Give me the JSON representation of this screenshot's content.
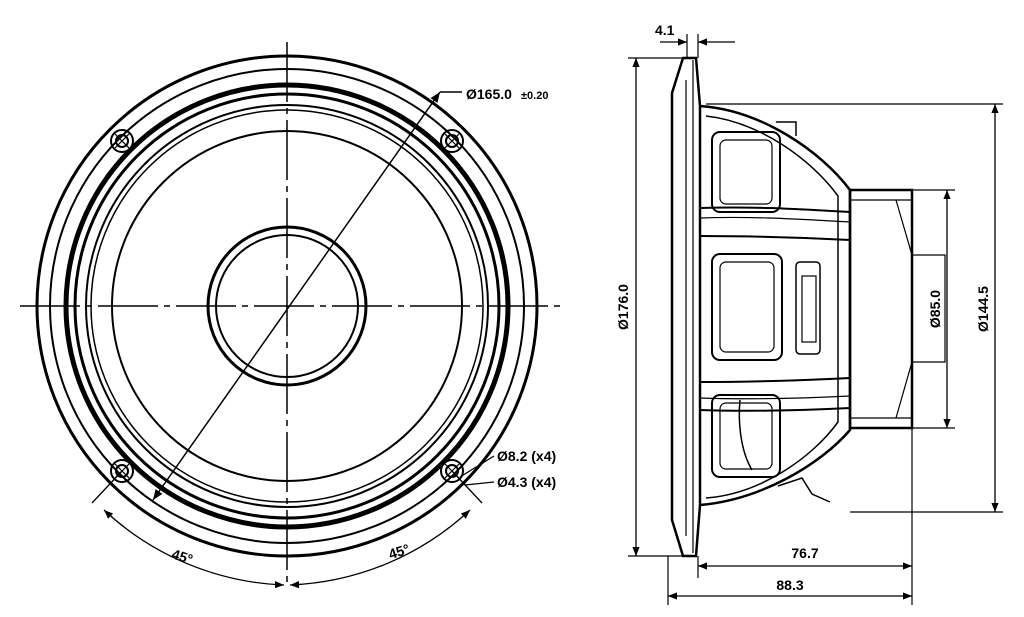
{
  "front_view": {
    "outer_diameter": "Ø165.0",
    "outer_tolerance": "±0.20",
    "hole_outer": "Ø8.2 (x4)",
    "hole_inner": "Ø4.3 (x4)",
    "angle_left": "45°",
    "angle_right": "45°"
  },
  "side_view": {
    "flange_thickness": "4.1",
    "frame_diameter": "Ø176.0",
    "magnet_diameter": "Ø85.0",
    "rear_diameter": "Ø144.5",
    "depth_to_magnet": "76.7",
    "overall_depth": "88.3"
  },
  "colors": {
    "line": "#000000",
    "background": "#ffffff"
  }
}
